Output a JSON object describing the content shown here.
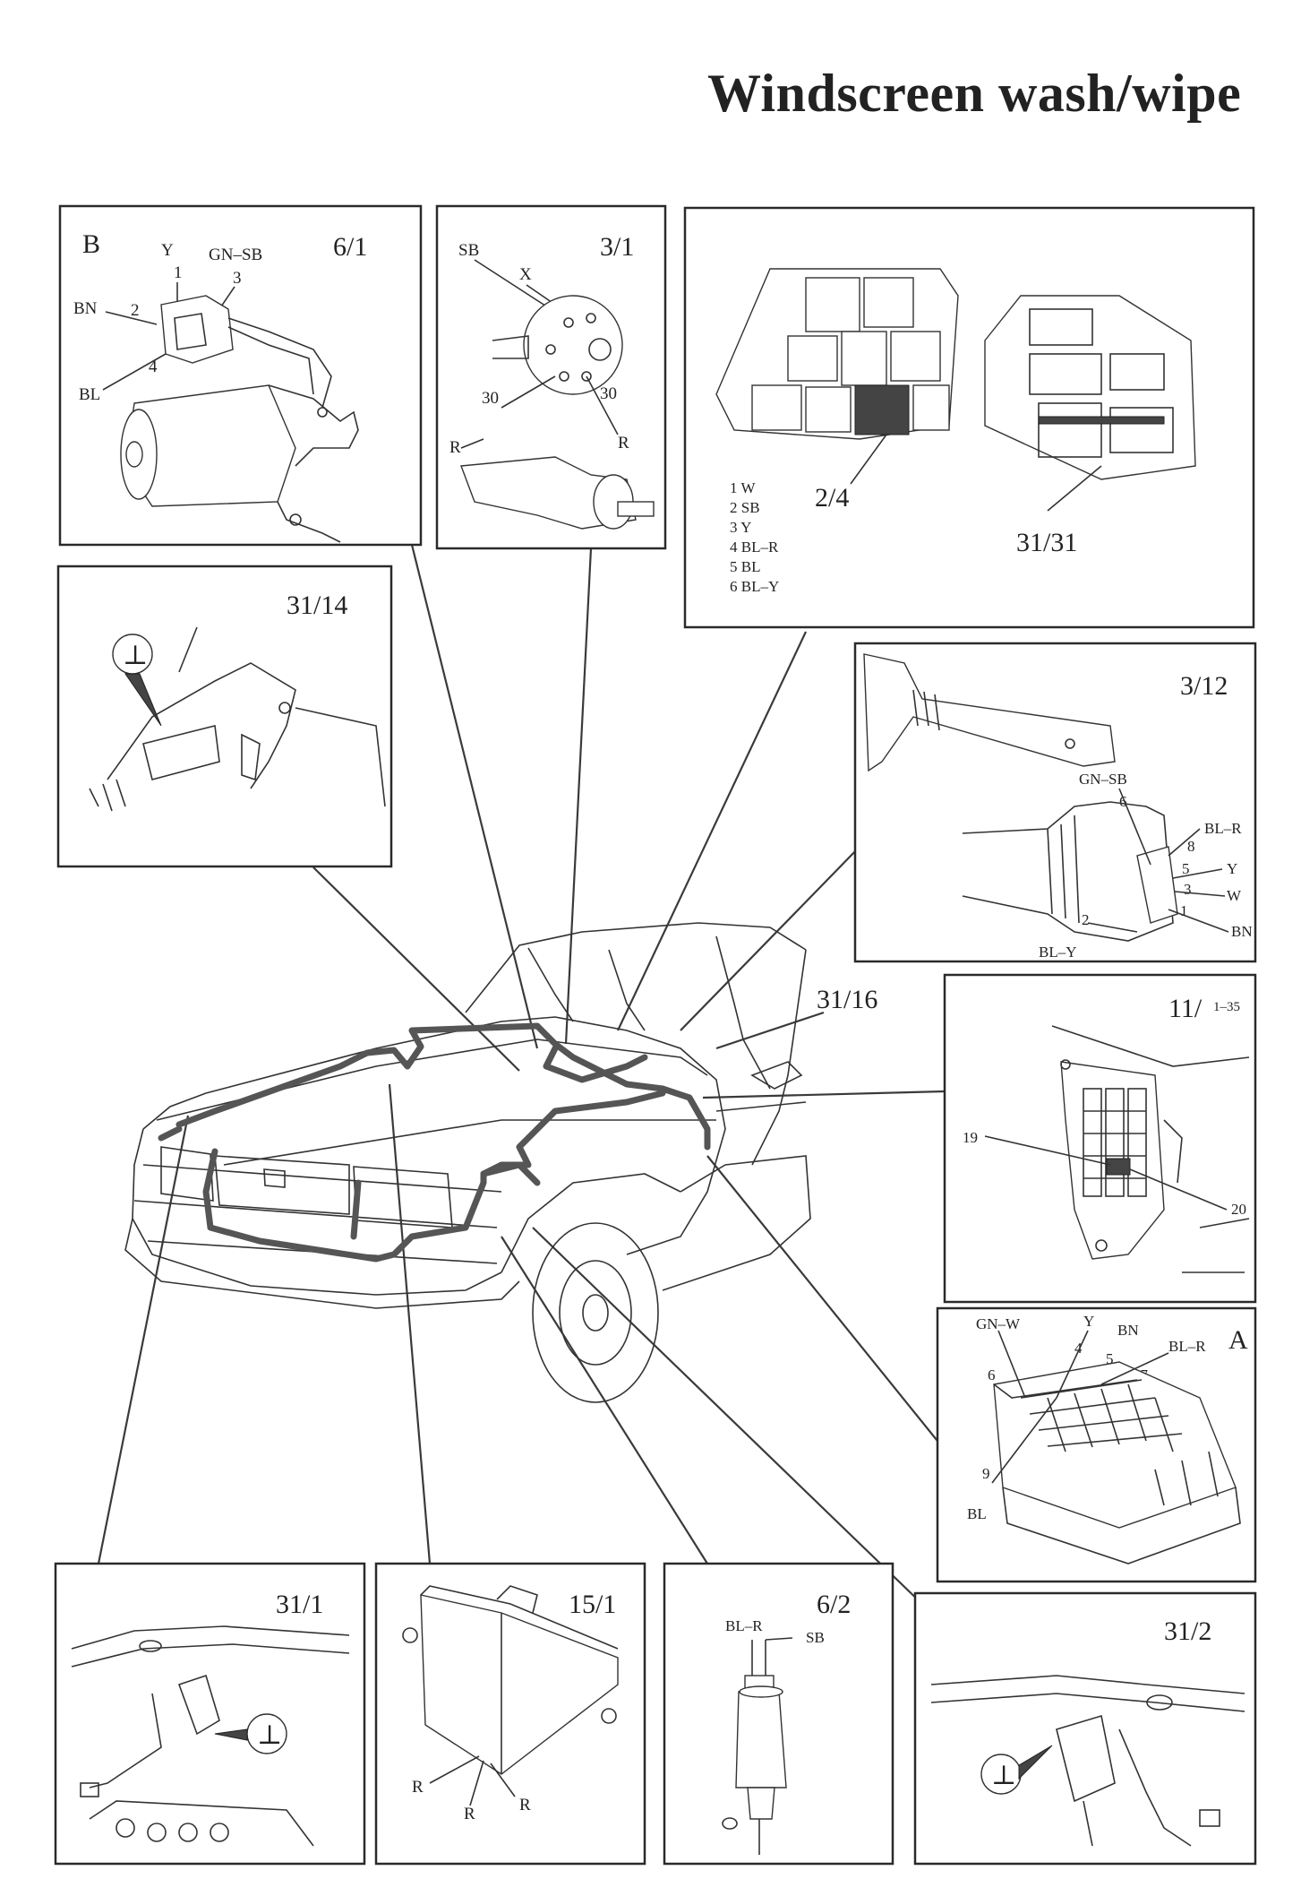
{
  "title": "Windscreen wash/wipe",
  "panels": {
    "p61": {
      "code": "6/1",
      "letter": "B",
      "labels": [
        "Y",
        "GN–SB",
        "1",
        "3",
        "BN",
        "2",
        "4",
        "BL"
      ]
    },
    "p31": {
      "code": "3/1",
      "labels": [
        "SB",
        "X",
        "30",
        "30",
        "R",
        "R"
      ]
    },
    "p24": {
      "code_a": "2/4",
      "code_b": "31/31",
      "legend": [
        "1 W",
        "2 SB",
        "3 Y",
        "4 BL–R",
        "5 BL",
        "6 BL–Y"
      ]
    },
    "p3114": {
      "code": "31/14",
      "symbol": "⊥"
    },
    "p312": {
      "code": "3/12",
      "labels": [
        "GN–SB",
        "6",
        "BL–R",
        "8",
        "5",
        "Y",
        "3",
        "W",
        "1",
        "BN",
        "2",
        "BL–Y"
      ]
    },
    "p1135": {
      "code": "11/",
      "code_sub": "1–35",
      "labels": [
        "19",
        "20"
      ]
    },
    "pA": {
      "letter": "A",
      "labels": [
        "GN–W",
        "Y",
        "BN",
        "BL–R",
        "4",
        "5",
        "17",
        "6",
        "9",
        "BL"
      ]
    },
    "p311": {
      "code": "31/1",
      "symbol": "⊥"
    },
    "p151": {
      "code": "15/1",
      "labels": [
        "R",
        "R",
        "R"
      ]
    },
    "p62": {
      "code": "6/2",
      "labels": [
        "BL–R",
        "SB"
      ]
    },
    "p312b": {
      "code": "31/2",
      "symbol": "⊥"
    }
  },
  "callout_3116": "31/16"
}
